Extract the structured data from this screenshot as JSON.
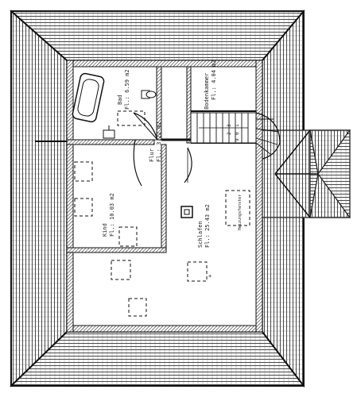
{
  "rooms": {
    "bad": {
      "name": "Bad",
      "area": "Fl.: 6.59 m2"
    },
    "bodenkammer": {
      "name": "Bodenkammer",
      "area": "Fl.: 4.04 m2"
    },
    "flur": {
      "name": "Flur",
      "area": "Fl.: 3.22 m2"
    },
    "kind": {
      "name": "Kind",
      "area": "Fl.: 10.03 m2"
    },
    "schlafen": {
      "name": "Schlafen",
      "area": "Fl.: 25.43 m2"
    }
  },
  "labels": {
    "heizung": "Heizungsfenster",
    "stair_marks": [
      "3",
      "2",
      "1",
      "0",
      "9"
    ]
  }
}
